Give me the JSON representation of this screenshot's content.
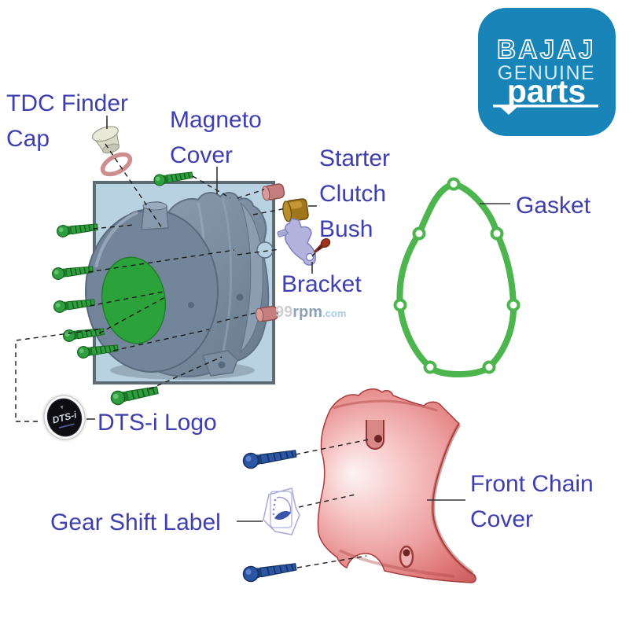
{
  "badge": {
    "brand": "BAJAJ",
    "line2": "GENUINE",
    "line3": "parts",
    "bg_color": "#1884b7"
  },
  "watermark": {
    "part1": "99",
    "part2": "rpm",
    "part3": ".com"
  },
  "labels": {
    "tdc_line1": "TDC Finder",
    "tdc_line2": "Cap",
    "magneto_line1": "Magneto",
    "magneto_line2": "Cover",
    "starter_line1": "Starter",
    "starter_line2": "Clutch",
    "starter_line3": "Bush",
    "gasket": "Gasket",
    "bracket": "Bracket",
    "dtsi": "DTS-i Logo",
    "gear_shift": "Gear Shift Label",
    "front_chain_line1": "Front Chain",
    "front_chain_line2": "Cover"
  },
  "dtsi_badge_text": "DTS-i",
  "colors": {
    "label_text": "#3e3eae",
    "gasket_green": "#4db54d",
    "bolt_green": "#2f9e3f",
    "bolt_blue": "#2b55a5",
    "chain_cover_red": "#d86a6a",
    "magneto_box_bg": "#b9d2e1"
  }
}
